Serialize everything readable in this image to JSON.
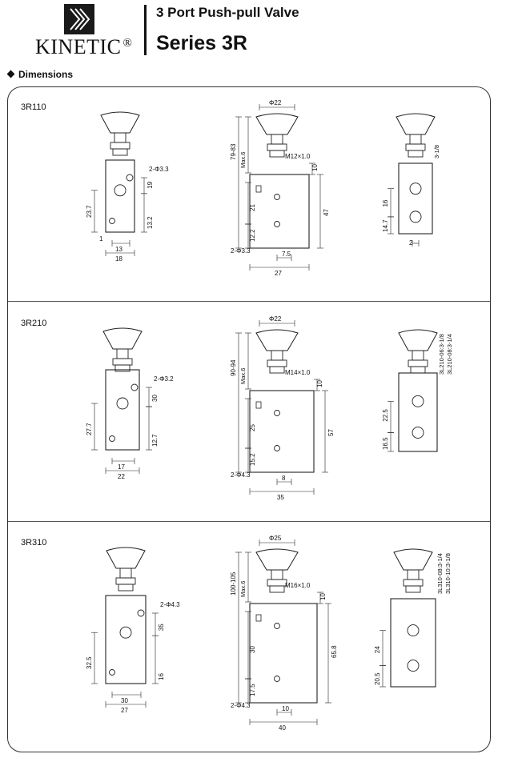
{
  "brand": "KINETIC",
  "brand_mark": "®",
  "subtitle": "3 Port Push-pull Valve",
  "title": "Series 3R",
  "section_title": "Dimensions",
  "models": [
    {
      "name": "3R110",
      "left": {
        "port": "2-Φ3.3",
        "d1": "19",
        "d2": "23.7",
        "d3": "13.2",
        "w1": "1",
        "w2": "13",
        "w3": "18"
      },
      "front": {
        "dia": "Φ22",
        "thread": "M12×1.0",
        "max": "Max.6",
        "height": "79-83",
        "d10": "10",
        "d21": "21",
        "d12": "12.2",
        "h": "47",
        "port": "2-Φ3.3",
        "w1": "7.5",
        "w2": "27"
      },
      "right": {
        "port1": "3-1/8",
        "port2": "",
        "d1": "16",
        "d2": "14.7",
        "w": "2"
      }
    },
    {
      "name": "3R210",
      "left": {
        "port": "2-Φ3.2",
        "d1": "30",
        "d2": "27.7",
        "d3": "12.7",
        "w1": "",
        "w2": "17",
        "w3": "22"
      },
      "front": {
        "dia": "Φ22",
        "thread": "M14×1.0",
        "max": "Max.6",
        "height": "90-94",
        "d10": "10",
        "d21": "25",
        "d12": "15.2",
        "h": "57",
        "port": "2-Φ4.3",
        "w1": "8",
        "w2": "35"
      },
      "right": {
        "port1": "3L210-06:3-1/8",
        "port2": "3L210-08:3-1/4",
        "d1": "22.5",
        "d2": "16.5",
        "w": ""
      }
    },
    {
      "name": "3R310",
      "left": {
        "port": "2-Φ4.3",
        "d1": "35",
        "d2": "32.5",
        "d3": "16",
        "w1": "",
        "w2": "30",
        "w3": "27"
      },
      "front": {
        "dia": "Φ25",
        "thread": "M16×1.0",
        "max": "Max.6",
        "height": "100-105",
        "d10": "10",
        "d21": "30",
        "d12": "17.5",
        "h": "65.8",
        "port": "2-Φ4.3",
        "w1": "10",
        "w2": "40"
      },
      "right": {
        "port1": "3L310-08:3-1/4",
        "port2": "3L310-10:3-1/8",
        "d1": "24",
        "d2": "20.5",
        "w": ""
      }
    }
  ]
}
